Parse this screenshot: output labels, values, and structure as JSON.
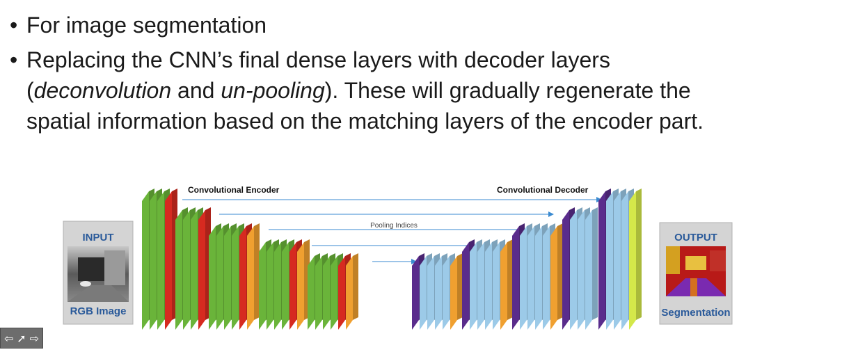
{
  "bullets": [
    {
      "segments": [
        {
          "text": "For image segmentation",
          "italic": false
        }
      ]
    },
    {
      "segments": [
        {
          "text": "Replacing the CNN’s final dense layers with decoder layers",
          "italic": false
        },
        {
          "br": true
        },
        {
          "text": "(",
          "italic": false
        },
        {
          "text": "deconvolution",
          "italic": true
        },
        {
          "text": " and ",
          "italic": false
        },
        {
          "text": "un-pooling",
          "italic": true
        },
        {
          "text": "). These will gradually regenerate the",
          "italic": false
        },
        {
          "br": true
        },
        {
          "text": "spatial information based on the matching layers of the encoder part.",
          "italic": false
        }
      ]
    }
  ],
  "diagram": {
    "input": {
      "heading": "INPUT",
      "caption": "RGB Image"
    },
    "output": {
      "heading": "OUTPUT",
      "caption": "Segmentation"
    },
    "encoder_label": "Convolutional Encoder",
    "decoder_label": "Convolutional Decoder",
    "pooling_label": "Pooling Indices",
    "colors": {
      "conv": "#6ab43a",
      "batchnorm": "#d62a20",
      "pooling": "#f0a030",
      "deconv": "#9ccae8",
      "upsample": "#5a2c8c",
      "output": "#d4e84a",
      "label_blue": "#2a5a9a",
      "arrow": "#3a8ad0"
    }
  },
  "nav_controls": {
    "icons": [
      "back-arrow-icon",
      "pointer-icon",
      "forward-arrow-icon"
    ]
  }
}
